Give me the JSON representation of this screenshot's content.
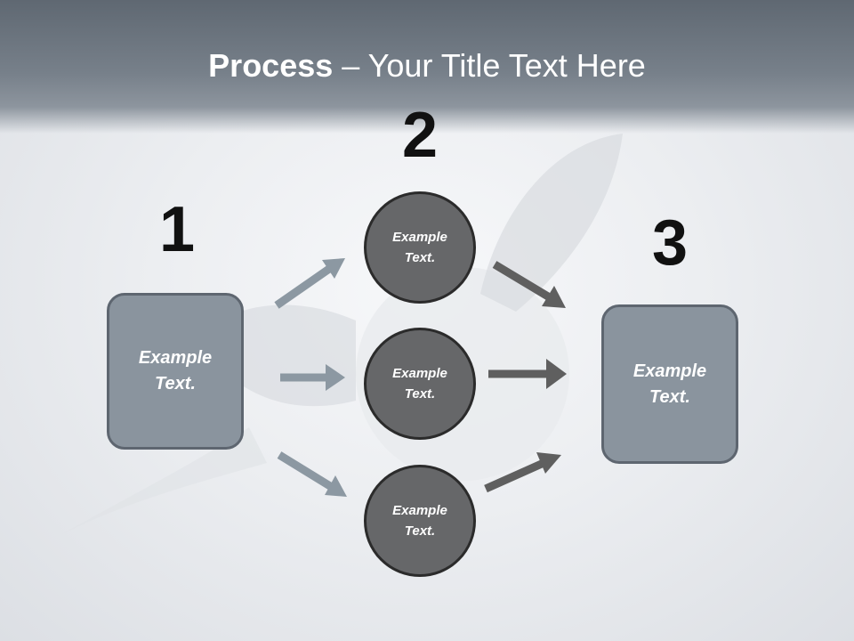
{
  "slide": {
    "title_bold": "Process",
    "title_rest": " – Your Title Text Here"
  },
  "steps": {
    "step1_number": "1",
    "step2_number": "2",
    "step3_number": "3"
  },
  "left_box": {
    "label": "Example Text."
  },
  "right_box": {
    "label": "Example Text."
  },
  "circles": [
    {
      "label": "Example Text."
    },
    {
      "label": "Example Text."
    },
    {
      "label": "Example Text."
    }
  ],
  "colors": {
    "box_fill": "#8a949e",
    "circle_fill": "#666769",
    "arrow_left": "#8c98a2",
    "arrow_right": "#5f5f5f",
    "header": "#6c757f"
  }
}
